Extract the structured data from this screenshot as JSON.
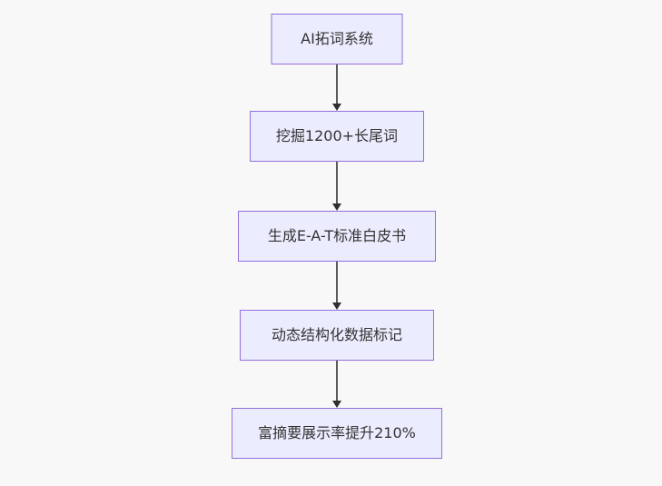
{
  "page": {
    "background": "#f8f8f8"
  },
  "flowchart": {
    "type": "vertical-flow",
    "nodes": [
      {
        "label": "AI拓词系统"
      },
      {
        "label": "挖掘1200+长尾词"
      },
      {
        "label": "生成E-A-T标准白皮书"
      },
      {
        "label": "动态结构化数据标记"
      },
      {
        "label": "富摘要展示率提升210%"
      }
    ],
    "edges": [
      {
        "from": 0,
        "to": 1,
        "arrow": "down"
      },
      {
        "from": 1,
        "to": 2,
        "arrow": "down"
      },
      {
        "from": 2,
        "to": 3,
        "arrow": "down"
      },
      {
        "from": 3,
        "to": 4,
        "arrow": "down"
      }
    ],
    "colors": {
      "node_fill": "#ECECFF",
      "node_border": "#9370DB",
      "edge_line": "#5a5a5a",
      "arrowhead": "#2f2f2f",
      "text": "#333333",
      "background": "#f8f8f8"
    }
  }
}
